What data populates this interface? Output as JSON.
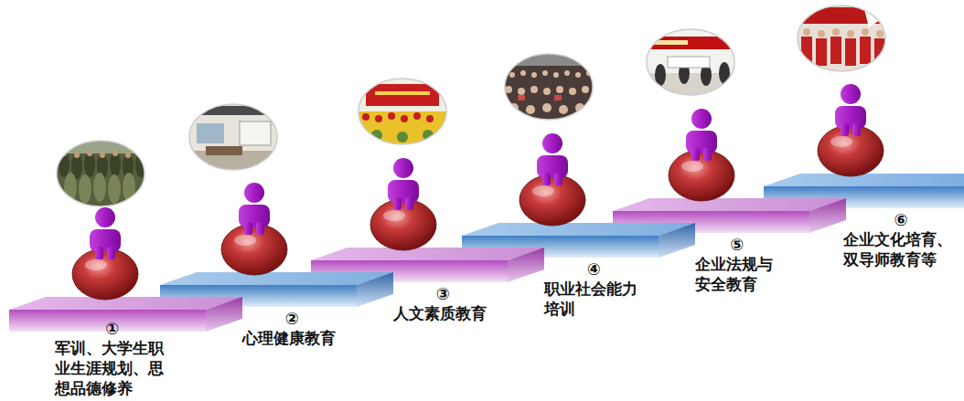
{
  "diagram": {
    "nodes": [
      {
        "text": [
          "①",
          "军训、大学生职业生涯规划、思想品德修养"
        ]
      },
      {
        "text": [
          "②",
          "心理健康教育"
        ]
      },
      {
        "text": [
          "③",
          "人文素质教育"
        ]
      },
      {
        "text": [
          "④",
          "职业社会能力培训"
        ]
      },
      {
        "text": [
          "⑤",
          "企业法规与安全教育"
        ]
      },
      {
        "text": [
          "⑥",
          "企业文化培育、双导师教育等"
        ]
      }
    ]
  }
}
